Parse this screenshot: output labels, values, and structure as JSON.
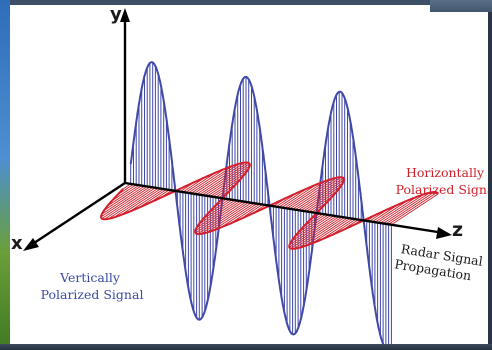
{
  "diagram": {
    "axis_labels": {
      "y": "y",
      "x": "x",
      "z": "z"
    },
    "horizontal_label": [
      "Horizontally",
      "Polarized Signal"
    ],
    "vertical_label": [
      "Vertically",
      "Polarized Signal"
    ],
    "propagation_label": [
      "Radar Signal",
      "Propagation"
    ],
    "colors": {
      "vertical_wave": "#4048a8",
      "horizontal_wave": "#d4202c",
      "axes": "#000000"
    }
  }
}
